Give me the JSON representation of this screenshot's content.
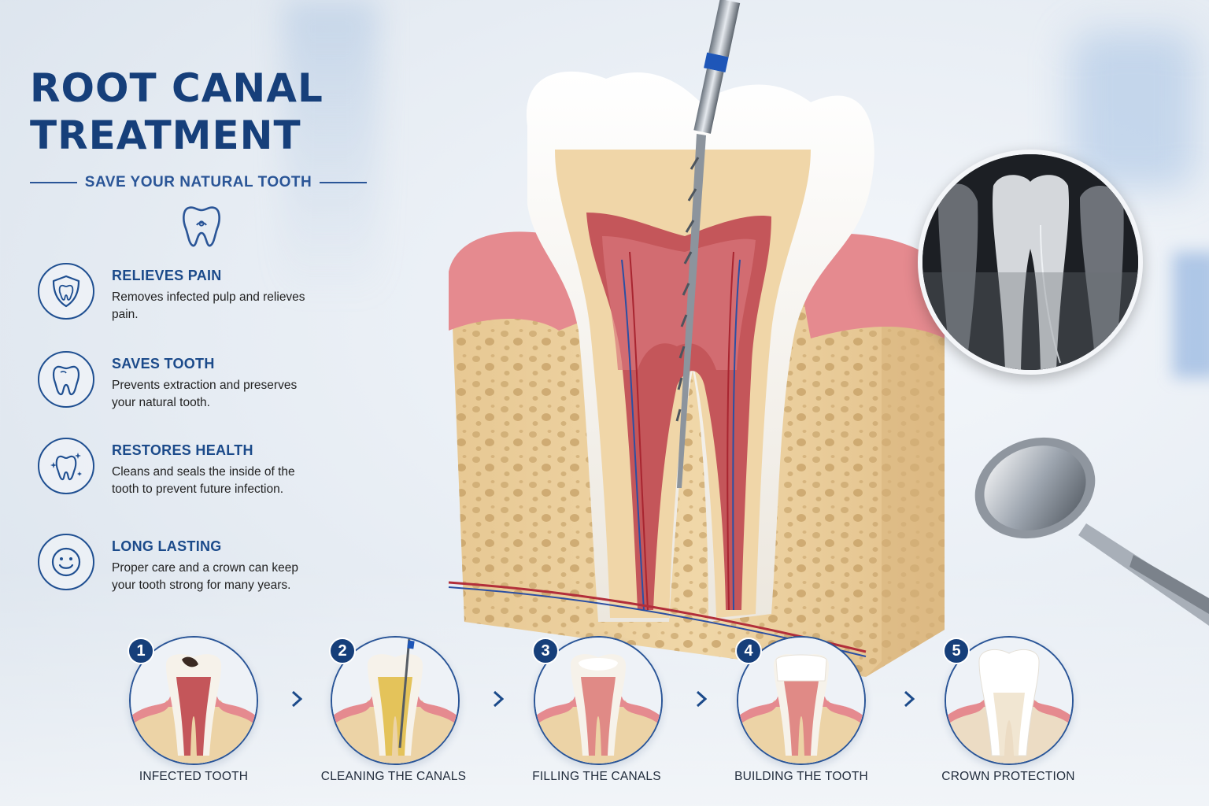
{
  "header": {
    "title": "ROOT CANAL TREATMENT",
    "subtitle": "SAVE YOUR NATURAL TOOTH",
    "icon": "tooth-icon"
  },
  "benefits": [
    {
      "title": "RELIEVES PAIN",
      "description": "Removes infected pulp and relieves pain.",
      "icon": "shield-tooth-icon"
    },
    {
      "title": "SAVES TOOTH",
      "description": "Prevents extraction and preserves your natural tooth.",
      "icon": "tooth-icon"
    },
    {
      "title": "RESTORES HEALTH",
      "description": "Cleans and seals the inside of the tooth to prevent future infection.",
      "icon": "sparkle-tooth-icon"
    },
    {
      "title": "LONG LASTING",
      "description": "Proper care and a crown can keep your tooth strong for many years.",
      "icon": "smile-icon"
    }
  ],
  "steps": [
    {
      "number": "1",
      "label": "INFECTED TOOTH"
    },
    {
      "number": "2",
      "label": "CLEANING THE CANALS"
    },
    {
      "number": "3",
      "label": "FILLING THE CANALS"
    },
    {
      "number": "4",
      "label": "BUILDING THE TOOTH"
    },
    {
      "number": "5",
      "label": "CROWN PROTECTION"
    }
  ],
  "colors": {
    "primary": "#163f7a",
    "accent": "#2a5597",
    "gum": "#e58a8f",
    "bone": "#ecd3a6",
    "enamel": "#f7f5f1",
    "pulp": "#c4565a"
  }
}
